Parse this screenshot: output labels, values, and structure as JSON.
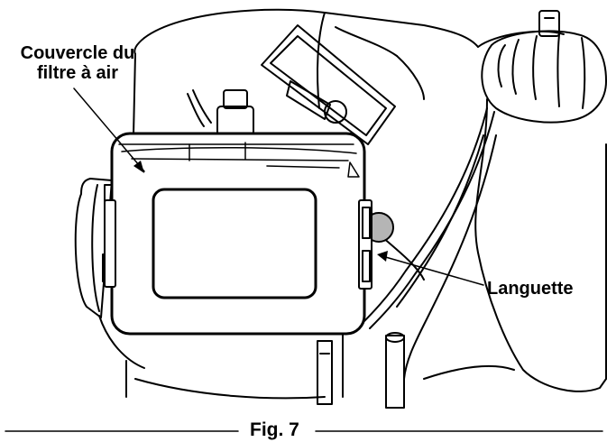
{
  "callouts": {
    "air_filter_cover_line1": "Couvercle du",
    "air_filter_cover_line2": "filtre à air",
    "tab": "Languette"
  },
  "caption": "Fig. 7",
  "colors": {
    "ink": "#000000",
    "paper": "#ffffff",
    "knob": "#b5b5b5"
  }
}
